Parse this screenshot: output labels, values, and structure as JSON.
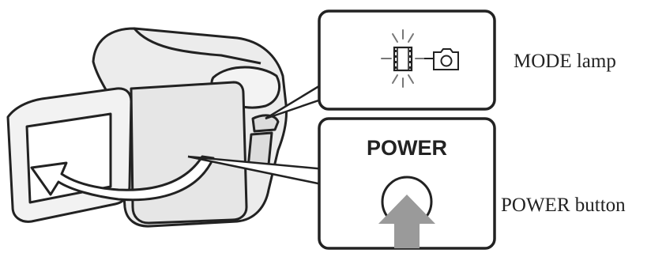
{
  "callouts": {
    "mode_lamp_label": "MODE lamp",
    "power_button_label": "POWER button"
  },
  "power_box": {
    "title": "POWER"
  },
  "icons": {
    "movie_mode": "movie-film-icon",
    "photo_mode": "camera-icon",
    "power_press": "press-arrow-icon",
    "open_monitor": "curved-arrow-icon"
  },
  "colors": {
    "line": "#222222",
    "camera_fill": "#e9e9e9",
    "camera_shade": "#d4d4d4",
    "arrow_fill": "#9a9a9a",
    "lamp_ray": "#777777"
  }
}
